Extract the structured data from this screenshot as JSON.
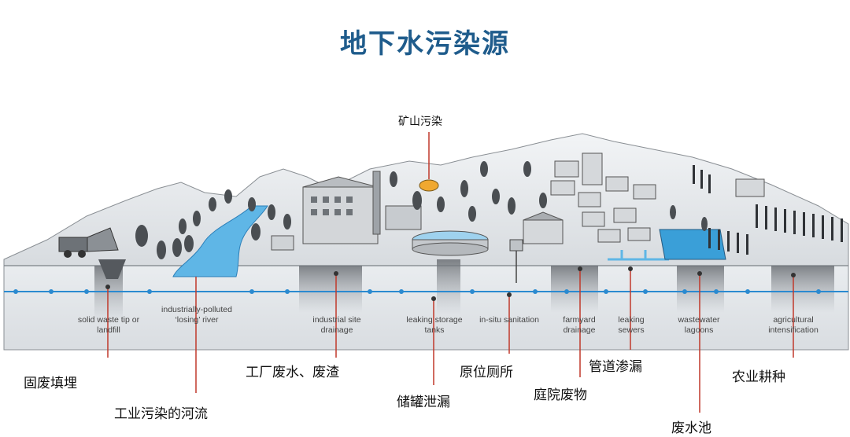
{
  "title": "地下水污染源",
  "mine_label": "矿山污染",
  "sources": [
    {
      "en": "solid waste tip or landfill",
      "zh": "固废填埋"
    },
    {
      "en": "industrially-polluted ‘losing’ river",
      "zh": "工业污染的河流"
    },
    {
      "en": "industrial site drainage",
      "zh": "工厂废水、废渣"
    },
    {
      "en": "leaking storage tanks",
      "zh": "储罐泄漏"
    },
    {
      "en": "in-situ sanitation",
      "zh": "原位厕所"
    },
    {
      "en": "farmyard drainage",
      "zh": "庭院废物"
    },
    {
      "en": "leaking sewers",
      "zh": "管道渗漏"
    },
    {
      "en": "wastewater lagoons",
      "zh": "废水池"
    },
    {
      "en": "agricultural intensification",
      "zh": "农业耕种"
    }
  ],
  "colors": {
    "title": "#1f5c8c",
    "leader": "#c0392b",
    "water": "#3aa0d8",
    "watertable": "#2b8ad0"
  }
}
